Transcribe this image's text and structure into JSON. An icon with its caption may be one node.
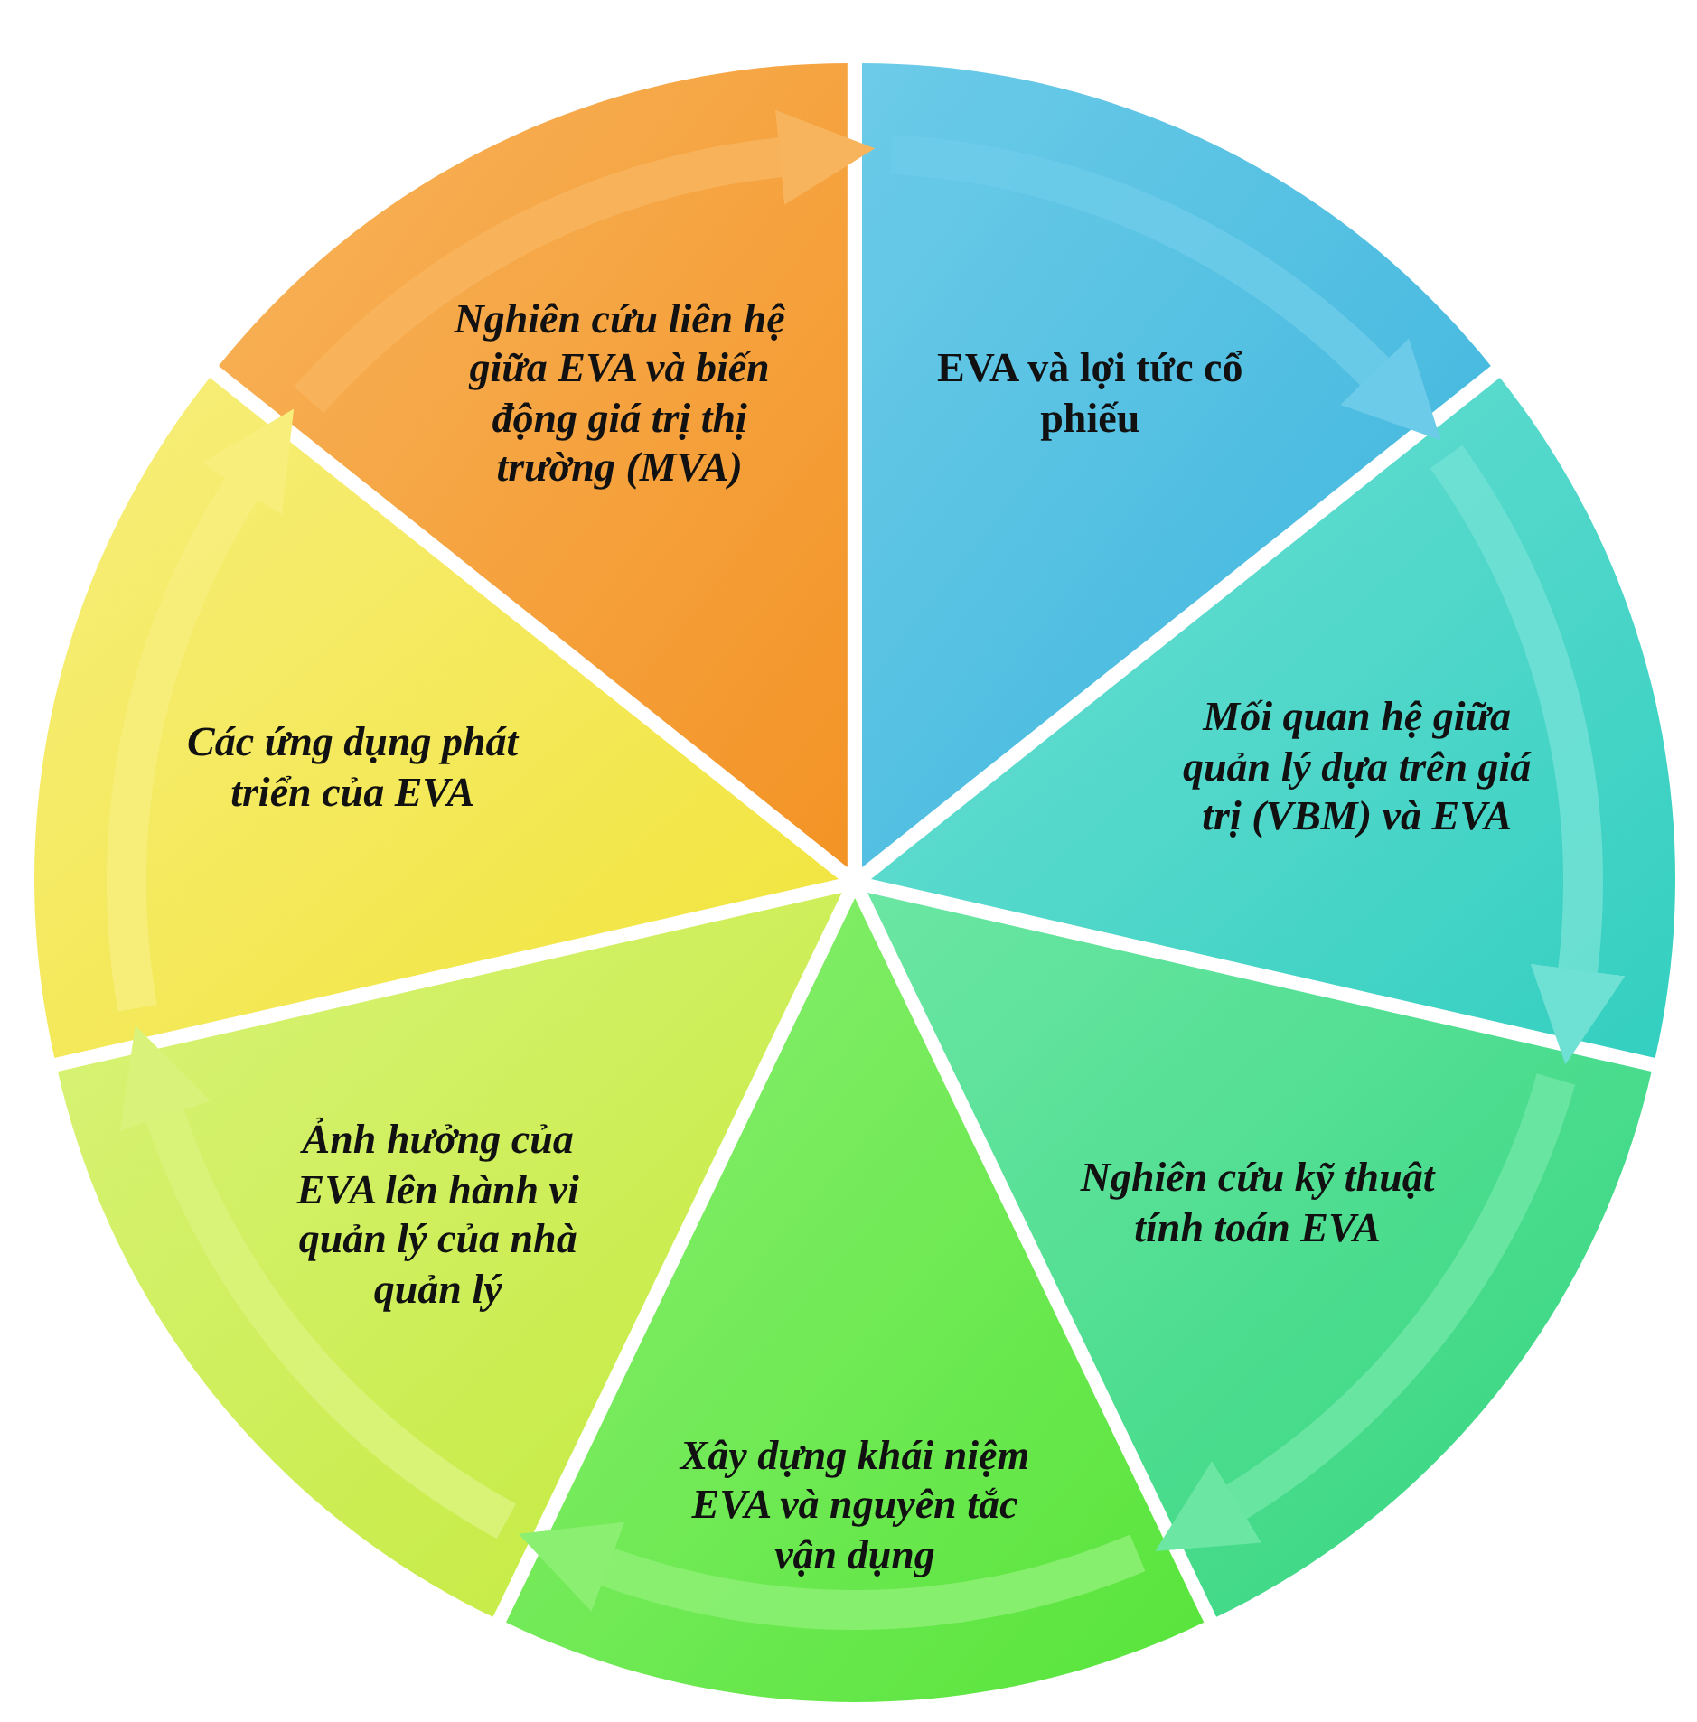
{
  "diagram": {
    "nodes": [
      {
        "text": [
          "Nghiên cứu liên hệ giữa EVA và biến động giá trị thị trường (MVA)"
        ]
      },
      {
        "text": [
          "EVA và lợi tức cổ phiếu"
        ]
      },
      {
        "text": [
          "Mối quan hệ giữa quản lý dựa trên giá trị (VBM) và EVA"
        ]
      },
      {
        "text": [
          "Nghiên cứu kỹ thuật tính toán EVA"
        ]
      },
      {
        "text": [
          "Xây dựng khái niệm EVA và nguyên tắc vận dụng"
        ]
      },
      {
        "text": [
          "Ảnh hưởng của EVA lên hành vi quản lý của nhà quản lý"
        ]
      },
      {
        "text": [
          "Các ứng dụng phát triển của EVA"
        ]
      }
    ],
    "edges": [
      {
        "from": 0,
        "to": 1,
        "arrow": "to",
        "color": "#f8b45c"
      },
      {
        "from": 1,
        "to": 2,
        "arrow": "to",
        "color": "#6ccbe8"
      },
      {
        "from": 2,
        "to": 3,
        "arrow": "to",
        "color": "#6fe0d4"
      },
      {
        "from": 3,
        "to": 4,
        "arrow": "to",
        "color": "#6be6a3"
      },
      {
        "from": 4,
        "to": 5,
        "arrow": "to",
        "color": "#8bef72"
      },
      {
        "from": 5,
        "to": 6,
        "arrow": "to",
        "color": "#d9f37a"
      },
      {
        "from": 6,
        "to": 0,
        "arrow": "to",
        "color": "#f7ee7c"
      }
    ]
  }
}
